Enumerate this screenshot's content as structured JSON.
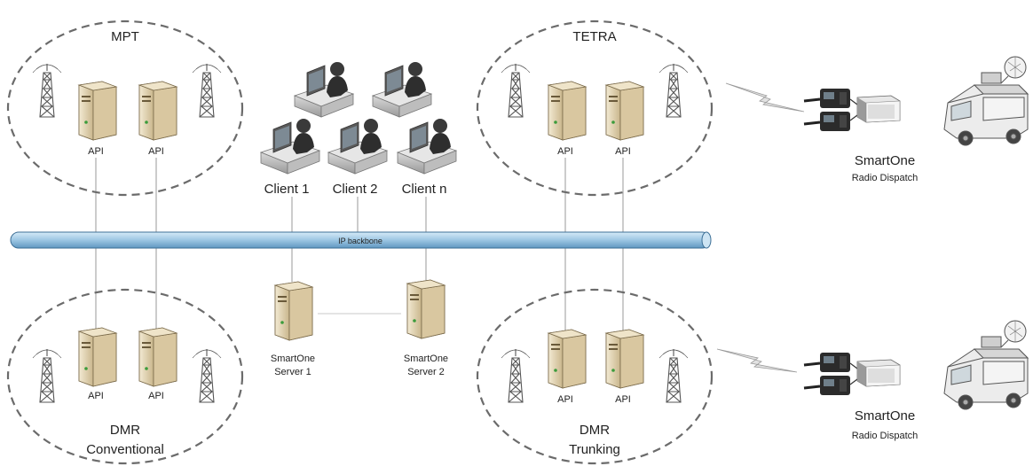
{
  "clouds": {
    "mpt": {
      "title": "MPT",
      "api_left": "API",
      "api_right": "API"
    },
    "tetra": {
      "title": "TETRA",
      "api_left": "API",
      "api_right": "API"
    },
    "dmr_conventional": {
      "title_line1": "DMR",
      "title_line2": "Conventional",
      "api_left": "API",
      "api_right": "API"
    },
    "dmr_trunking": {
      "title_line1": "DMR",
      "title_line2": "Trunking",
      "api_left": "API",
      "api_right": "API"
    }
  },
  "clients": {
    "client1": "Client 1",
    "client2": "Client 2",
    "clientn": "Client n"
  },
  "backbone": {
    "label": "IP backbone"
  },
  "servers": {
    "server1_line1": "SmartOne",
    "server1_line2": "Server 1",
    "server2_line1": "SmartOne",
    "server2_line2": "Server 2"
  },
  "dispatch_top": {
    "title": "SmartOne",
    "subtitle": "Radio Dispatch"
  },
  "dispatch_bottom": {
    "title": "SmartOne",
    "subtitle": "Radio Dispatch"
  },
  "colors": {
    "backbone": "#a9cfe8",
    "server": "#e6d8b8",
    "cloud_stroke": "#6b6b6b"
  }
}
